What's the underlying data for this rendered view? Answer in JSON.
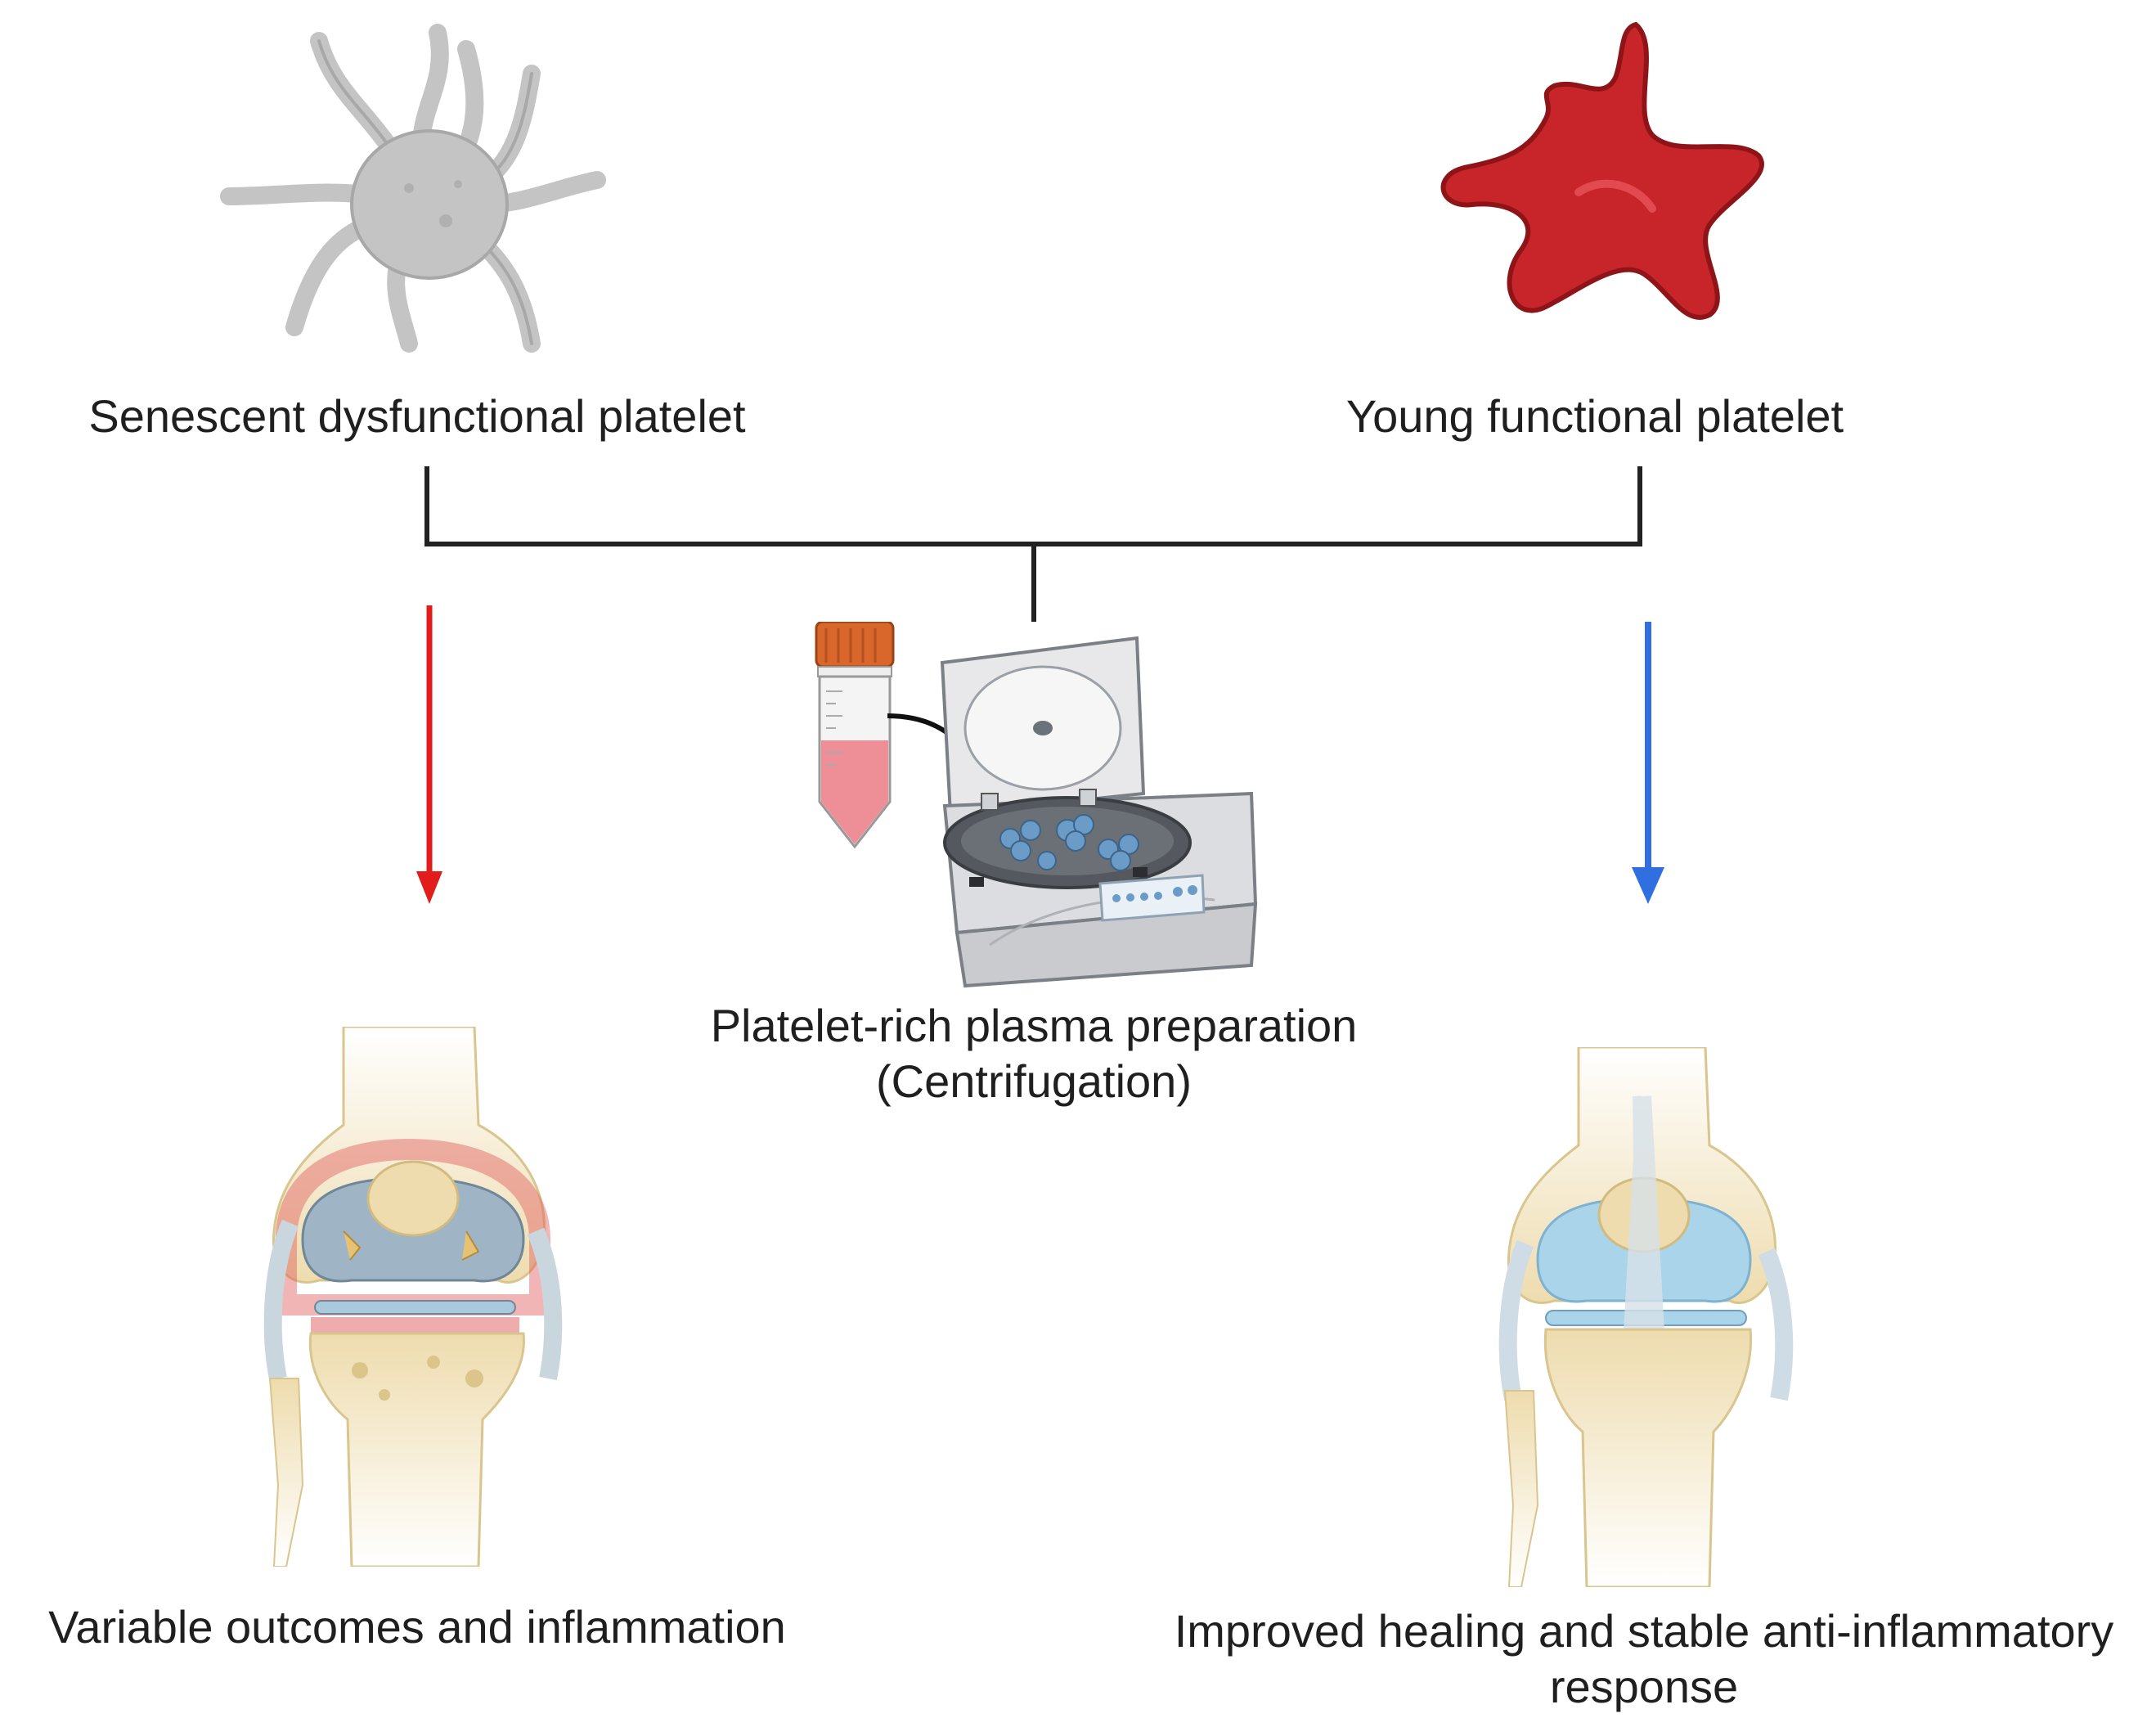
{
  "labels": {
    "senescent": "Senescent dysfunctional platelet",
    "young": "Young functional platelet",
    "prp_line1": "Platelet-rich plasma preparation",
    "prp_line2": "(Centrifugation)",
    "outcome_bad": "Variable outcomes and inflammation",
    "outcome_good_line1": "Improved healing and stable anti-inflammatory",
    "outcome_good_line2": "response"
  },
  "colors": {
    "senescent_platelet": "#c4c4c4",
    "young_platelet": "#c8252b",
    "arrow_bad": "#e21b1b",
    "arrow_good": "#2f6fe0",
    "connector": "#222222",
    "bone": "#eedcae",
    "cartilage_healthy": "#a9d4ea",
    "cartilage_damaged": "#9fb4c4",
    "inflammation": "#e05a5a",
    "tube_cap": "#d9672b",
    "plasma": "#ee8f98"
  },
  "icons": {
    "senescent_platelet": "senescent-platelet-icon",
    "young_platelet": "young-platelet-icon",
    "tube": "centrifuge-tube-icon",
    "centrifuge": "centrifuge-machine-icon",
    "knee_damaged": "inflamed-knee-icon",
    "knee_healthy": "healthy-knee-icon"
  }
}
